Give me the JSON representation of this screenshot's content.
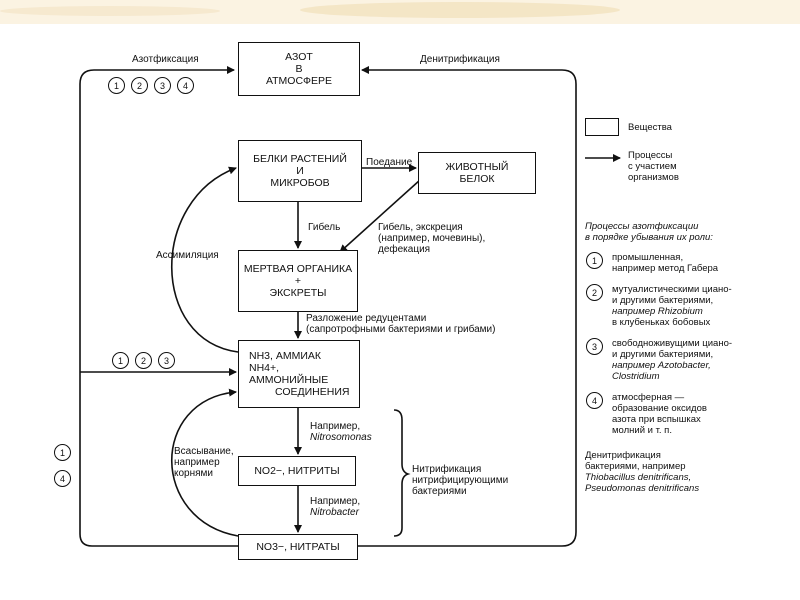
{
  "boxes": {
    "atmosphere": [
      "АЗОТ",
      "В",
      "АТМОСФЕРЕ"
    ],
    "plant_protein": [
      "БЕЛКИ РАСТЕНИЙ",
      "И",
      "МИКРОБОВ"
    ],
    "animal_protein": [
      "ЖИВОТНЫЙ",
      "БЕЛОК"
    ],
    "dead_organic": [
      "МЕРТВАЯ ОРГАНИКА",
      "+",
      "ЭКСКРЕТЫ"
    ],
    "ammonia": [
      "NH3, АММИАК",
      "NH4+, АММОНИЙНЫЕ",
      "СОЕДИНЕНИЯ"
    ],
    "nitrites": "NO2−,  НИТРИТЫ",
    "nitrates": "NO3−,  НИТРАТЫ"
  },
  "labels": {
    "nitrogen_fixation": "Азотфиксация",
    "denitrification": "Денитрификация",
    "grazing": "Поедание",
    "death": "Гибель",
    "death_excretion": [
      "Гибель, экскреция",
      "(например, мочевины),",
      "дефекация"
    ],
    "assimilation": "Ассимиляция",
    "decomposition": [
      "Разложение редуцентами",
      "(сапротрофными бактериями и грибами)"
    ],
    "nitrosomonas": [
      "Например,",
      "Nitrosomonas"
    ],
    "nitrobacter": [
      "Например,",
      "Nitrobacter"
    ],
    "absorption": [
      "Всасывание,",
      "например",
      "корнями"
    ],
    "nitrification": [
      "Нитрификация",
      "нитрифицирующими",
      "бактериями"
    ]
  },
  "circles": {
    "top": [
      "1",
      "2",
      "3",
      "4"
    ],
    "middle": [
      "1",
      "2",
      "3"
    ],
    "left": [
      "1",
      "4"
    ]
  },
  "legend": {
    "substances": "Вещества",
    "processes": [
      "Процессы",
      "с участием",
      "организмов"
    ],
    "fixation_title": [
      "Процессы азотфиксации",
      "в порядке убывания их роли:"
    ],
    "items": [
      {
        "num": "1",
        "lines": [
          "промышленная,",
          "например метод Габера"
        ]
      },
      {
        "num": "2",
        "lines": [
          "мутуалистическими циано-",
          "и другими бактериями,",
          "например Rhizobium",
          "в клубеньках бобовых"
        ]
      },
      {
        "num": "3",
        "lines": [
          "свободноживущими циано-",
          "и другими бактериями,",
          "например Azotobacter,",
          "Clostridium"
        ]
      },
      {
        "num": "4",
        "lines": [
          "атмосферная —",
          "образование оксидов",
          "азота при вспышках",
          "молний и т. п."
        ]
      }
    ],
    "denitrification_note": [
      "Денитрификация",
      "бактериями, например",
      "Thiobacillus denitrificans,",
      "Pseudomonas denitrificans"
    ]
  }
}
